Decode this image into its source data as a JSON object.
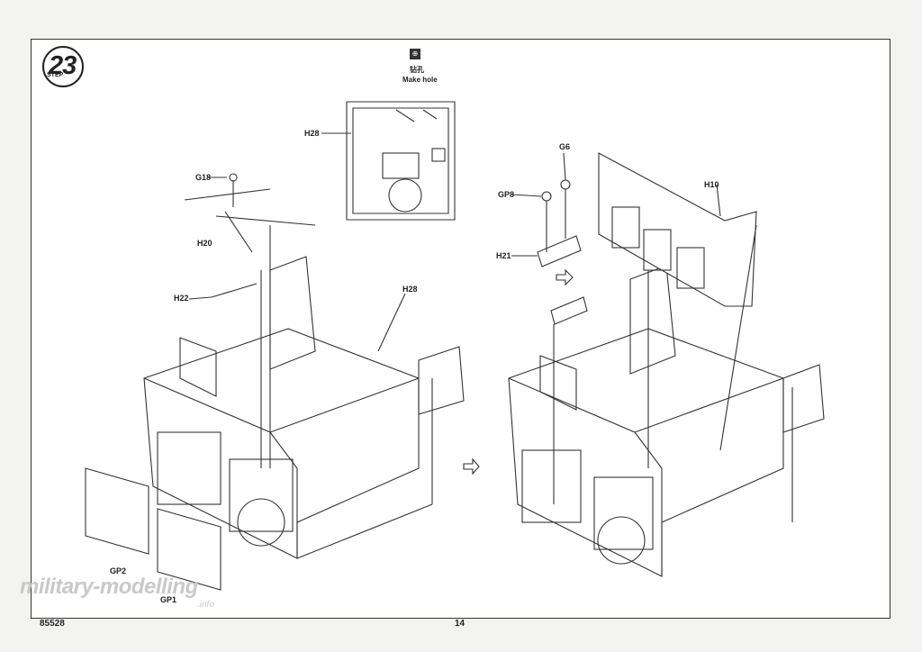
{
  "step": {
    "number": "23",
    "word": "STEP"
  },
  "note": {
    "icon": "drill-icon",
    "chinese": "钻孔",
    "english": "Make hole"
  },
  "parts": {
    "h28_top": "H28",
    "g18": "G18",
    "h20": "H20",
    "h22": "H22",
    "h28_main": "H28",
    "gp2": "GP2",
    "gp1": "GP1",
    "g6": "G6",
    "gp8": "GP8",
    "h21": "H21",
    "h10": "H10"
  },
  "footer": {
    "code": "85528",
    "page": "14"
  },
  "watermark": {
    "main": "military-modelling",
    "sub": ".info"
  },
  "colors": {
    "line": "#333333",
    "paper": "#ffffff",
    "watermark": "#c9c9c9"
  }
}
